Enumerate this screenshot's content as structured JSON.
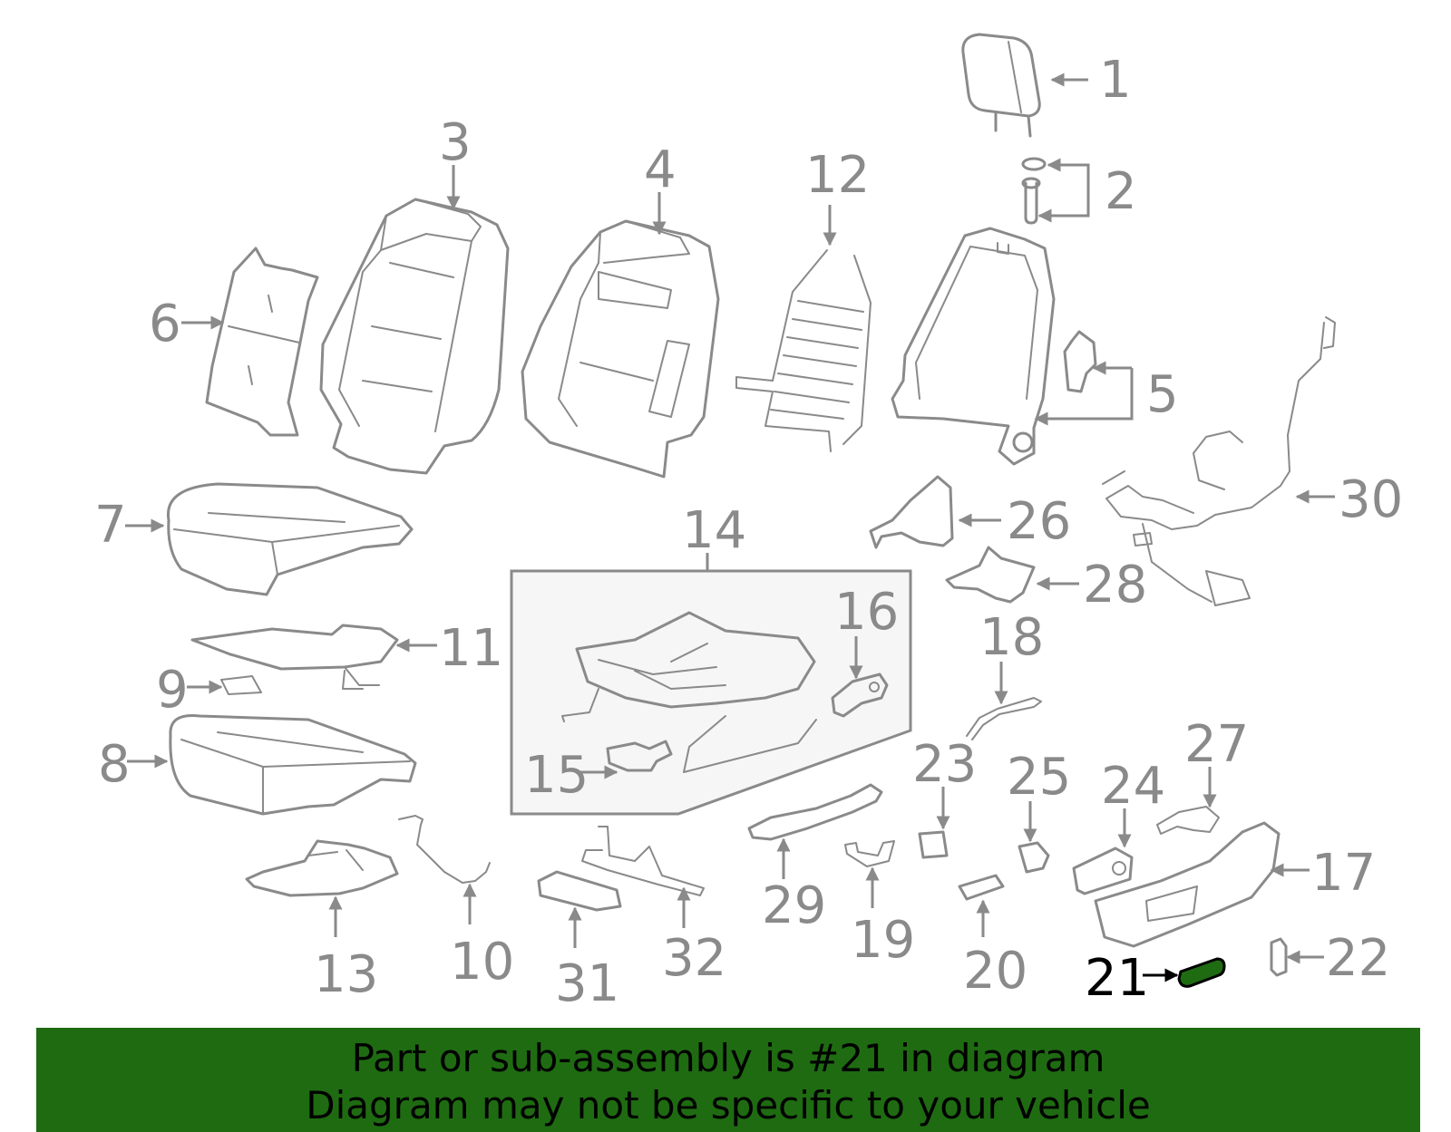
{
  "colors": {
    "line": "#8a8a8a",
    "highlight_fill": "#1f6b12",
    "banner": "#1f6b12",
    "highlight_text": "#000000"
  },
  "highlighted_part": "21",
  "callouts": [
    "1",
    "2",
    "3",
    "4",
    "5",
    "6",
    "7",
    "8",
    "9",
    "10",
    "11",
    "12",
    "13",
    "14",
    "15",
    "16",
    "17",
    "18",
    "19",
    "20",
    "21",
    "22",
    "23",
    "24",
    "25",
    "26",
    "27",
    "28",
    "29",
    "30",
    "31",
    "32"
  ],
  "banner": {
    "line1": "Part or sub-assembly is #21 in diagram",
    "line2": "Diagram may not be specific to your vehicle"
  }
}
